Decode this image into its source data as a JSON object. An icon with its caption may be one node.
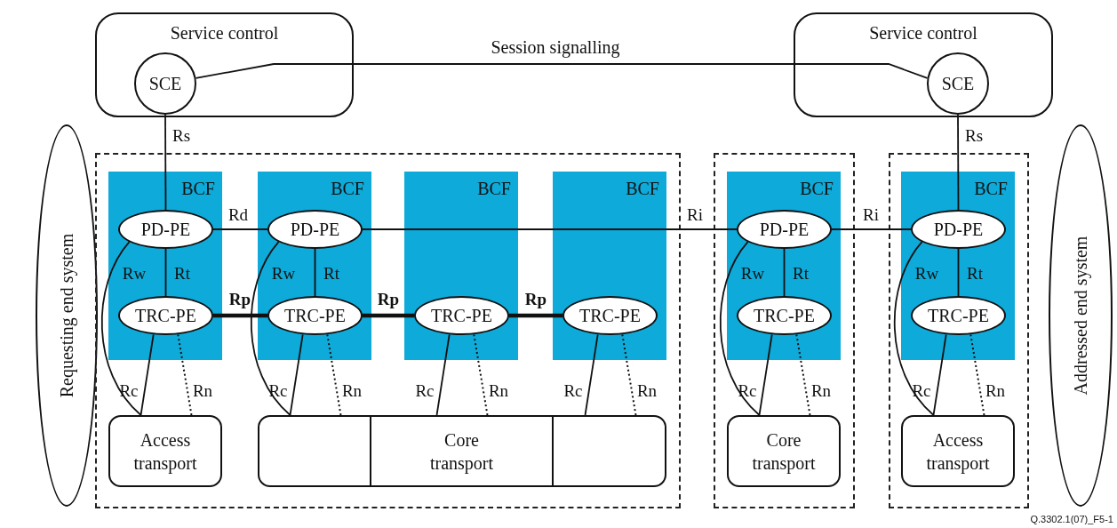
{
  "diagram": {
    "nodes": [
      {
        "text": [
          "Service control"
        ]
      },
      {
        "text": [
          "SCE"
        ],
        "in": 0
      },
      {
        "text": [
          "Service control"
        ]
      },
      {
        "text": [
          "SCE"
        ],
        "in": 2
      },
      {
        "text": [
          "Requesting end system"
        ]
      },
      {
        "text": [],
        "shape": "box"
      },
      {
        "text": [
          "BCF"
        ],
        "in": 5
      },
      {
        "text": [
          "PD-PE"
        ],
        "in": 6
      },
      {
        "text": [
          "TRC-PE"
        ],
        "in": 6
      },
      {
        "text": [
          "BCF"
        ],
        "in": 5
      },
      {
        "text": [
          "PD-PE"
        ],
        "in": 9
      },
      {
        "text": [
          "TRC-PE"
        ],
        "in": 9
      },
      {
        "text": [
          "BCF"
        ],
        "in": 5
      },
      {
        "text": [
          "TRC-PE"
        ],
        "in": 12
      },
      {
        "text": [
          "BCF"
        ],
        "in": 5
      },
      {
        "text": [
          "TRC-PE"
        ],
        "in": 14
      },
      {
        "text": [
          "Access transport"
        ],
        "in": 5
      },
      {
        "text": [],
        "shape": "box",
        "in": 5
      },
      {
        "text": [
          "Core transport"
        ],
        "in": 5
      },
      {
        "text": [],
        "shape": "box",
        "in": 5
      },
      {
        "text": [],
        "shape": "box"
      },
      {
        "text": [
          "BCF"
        ],
        "in": 20
      },
      {
        "text": [
          "PD-PE"
        ],
        "in": 21
      },
      {
        "text": [
          "TRC-PE"
        ],
        "in": 21
      },
      {
        "text": [
          "Core transport"
        ],
        "in": 20
      },
      {
        "text": [],
        "shape": "box"
      },
      {
        "text": [
          "BCF"
        ],
        "in": 25
      },
      {
        "text": [
          "PD-PE"
        ],
        "in": 26
      },
      {
        "text": [
          "TRC-PE"
        ],
        "in": 26
      },
      {
        "text": [
          "Access transport"
        ],
        "in": 25
      },
      {
        "text": [
          "Addressed end system"
        ]
      }
    ],
    "edges": [
      {
        "from": 1,
        "to": 3,
        "arrow": "none",
        "label": "Session signalling"
      },
      {
        "from": 1,
        "to": 7,
        "arrow": "none",
        "label": "Rs"
      },
      {
        "from": 3,
        "to": 27,
        "arrow": "none",
        "label": "Rs"
      },
      {
        "from": 7,
        "to": 10,
        "arrow": "none",
        "label": "Rd"
      },
      {
        "from": 10,
        "to": 22,
        "arrow": "none",
        "label": "Ri"
      },
      {
        "from": 22,
        "to": 27,
        "arrow": "none",
        "label": "Ri"
      },
      {
        "from": 7,
        "to": 8,
        "arrow": "none",
        "label": "Rt"
      },
      {
        "from": 7,
        "to": 16,
        "arrow": "none",
        "label": "Rw"
      },
      {
        "from": 10,
        "to": 11,
        "arrow": "none",
        "label": "Rt"
      },
      {
        "from": 10,
        "to": 17,
        "arrow": "none",
        "label": "Rw"
      },
      {
        "from": 22,
        "to": 23,
        "arrow": "none",
        "label": "Rt"
      },
      {
        "from": 22,
        "to": 24,
        "arrow": "none",
        "label": "Rw"
      },
      {
        "from": 27,
        "to": 28,
        "arrow": "none",
        "label": "Rt"
      },
      {
        "from": 27,
        "to": 29,
        "arrow": "none",
        "label": "Rw"
      },
      {
        "from": 8,
        "to": 11,
        "arrow": "none",
        "label": "Rp",
        "style": "thick"
      },
      {
        "from": 11,
        "to": 13,
        "arrow": "none",
        "label": "Rp",
        "style": "thick"
      },
      {
        "from": 13,
        "to": 15,
        "arrow": "none",
        "label": "Rp",
        "style": "thick"
      },
      {
        "from": 8,
        "to": 16,
        "arrow": "none",
        "label": "Rc"
      },
      {
        "from": 8,
        "to": 16,
        "arrow": "none",
        "label": "Rn",
        "style": "dashed"
      },
      {
        "from": 11,
        "to": 17,
        "arrow": "none",
        "label": "Rc"
      },
      {
        "from": 11,
        "to": 17,
        "arrow": "none",
        "label": "Rn",
        "style": "dashed"
      },
      {
        "from": 13,
        "to": 18,
        "arrow": "none",
        "label": "Rc"
      },
      {
        "from": 13,
        "to": 18,
        "arrow": "none",
        "label": "Rn",
        "style": "dashed"
      },
      {
        "from": 15,
        "to": 19,
        "arrow": "none",
        "label": "Rc"
      },
      {
        "from": 15,
        "to": 19,
        "arrow": "none",
        "label": "Rn",
        "style": "dashed"
      },
      {
        "from": 23,
        "to": 24,
        "arrow": "none",
        "label": "Rc"
      },
      {
        "from": 23,
        "to": 24,
        "arrow": "none",
        "label": "Rn",
        "style": "dashed"
      },
      {
        "from": 28,
        "to": 29,
        "arrow": "none",
        "label": "Rc"
      },
      {
        "from": 28,
        "to": 29,
        "arrow": "none",
        "label": "Rn",
        "style": "dashed"
      }
    ],
    "labels": [
      "Q.3302.1(07)_F5-1"
    ]
  }
}
